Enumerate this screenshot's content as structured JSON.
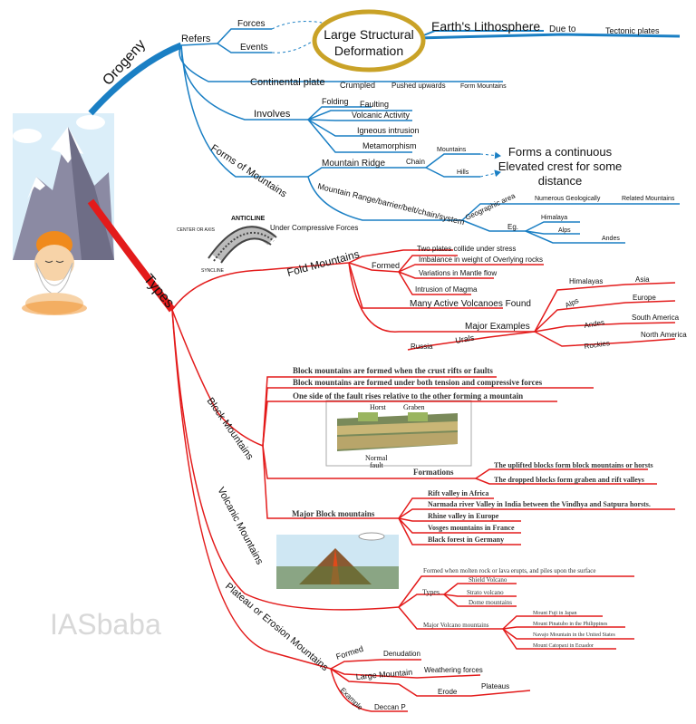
{
  "colors": {
    "blue_branch": "#1a7fc4",
    "red_branch": "#e31b1b",
    "gold_ring": "#c9a227",
    "text": "#111111"
  },
  "orogeny": {
    "label": "Orogeny",
    "refers": "Refers",
    "forces": "Forces",
    "events": "Events",
    "center_line1": "Large Structural",
    "center_line2": "Deformation",
    "lithosphere": "Earth's Lithosphere",
    "due_to": "Due to",
    "tectonic": "Tectonic plates",
    "continental": "Continental plate",
    "crumpled": "Crumpled",
    "pushed": "Pushed upwards",
    "form_mountains": "Form Mountains",
    "involves": "Involves",
    "folding": "Folding",
    "faulting": "Faulting",
    "volcanic": "Volcanic Activity",
    "igneous": "Igneous intrusion",
    "metamorphism": "Metamorphism",
    "forms_of_mountains": "Forms of Mountains",
    "ridge": "Mountain Ridge",
    "chain": "Chain",
    "mountains": "Mountains",
    "hills": "Hills",
    "crest_line1": "Forms a continuous",
    "crest_line2": "Elevated crest for some",
    "crest_line3": "distance",
    "range": "Mountain Range/barrier/belt/chain/system",
    "geographic": "Geographic area",
    "numerous": "Numerous Geologically",
    "related": "Related Mountains",
    "eg": "Eg.",
    "himalaya": "Himalaya",
    "alps": "Alps",
    "andes": "Andes"
  },
  "types": {
    "label": "Types",
    "fold": {
      "label": "Fold Mountains",
      "under_compressive": "Under Compressive Forces",
      "formed": "Formed",
      "f1": "Two plates collide under stress",
      "f2": "Imbalance in weight of Overlying rocks",
      "f3": "Variations in Mantle flow",
      "f4": "Intrusion of Magma",
      "many_volcanoes": "Many Active Volcanoes Found",
      "major_examples": "Major Examples",
      "himalayas": "Himalayas",
      "asia": "Asia",
      "alps": "Alps",
      "europe": "Europe",
      "andes": "Andes",
      "south_america": "South America",
      "rockies": "Rockies",
      "north_america": "North America",
      "urals": "Urals",
      "russia": "Russia",
      "img_anticline": "ANTICLINE",
      "img_center": "CENTER OR AXIS",
      "img_syncline": "SYNCLINE"
    },
    "block": {
      "label": "Block Mountains",
      "b1": "Block mountains are formed when the crust rifts or faults",
      "b2": "Block mountains are formed under both tension and compressive forces",
      "b3": "One side of the fault rises relative to the other forming a mountain",
      "formations": "Formations",
      "fm1": "The uplifted blocks form block mountains or horsts",
      "fm2": "The dropped blocks form graben and rift valleys",
      "major": "Major Block mountains",
      "m1": "Rift valley in Africa",
      "m2": "Narmada river Valley in India between the Vindhya and Satpura horsts.",
      "m3": "Rhine valley in Europe",
      "m4": "Vosges mountains in France",
      "m5": "Black forest in Germany",
      "img_horst": "Horst",
      "img_graben": "Graben",
      "img_normal": "Normal",
      "img_fault": "fault"
    },
    "volcanic": {
      "label": "Volcanic Mountains",
      "formed": "Formed when molten rock or lava erupts, and piles upon the surface",
      "types": "Types",
      "t1": "Shield Volcano",
      "t2": "Strato volcano",
      "t3": "Dome mountains",
      "major": "Major Volcano mountains",
      "m1": "Mount Fuji in Japan",
      "m2": "Mount Pinatubo in the Philippines",
      "m3": "Navajo Mountain in the United States",
      "m4": "Mount Catopaxi in Ecuador"
    },
    "plateau": {
      "label": "Plateau or Erosion Mountains",
      "formed": "Formed",
      "denudation": "Denudation",
      "weathering": "Weathering forces",
      "large": "Large Mountain",
      "erode": "Erode",
      "plateaus": "Plateaus",
      "example": "Example",
      "deccan": "Deccan P"
    }
  },
  "watermark": "IASbaba"
}
